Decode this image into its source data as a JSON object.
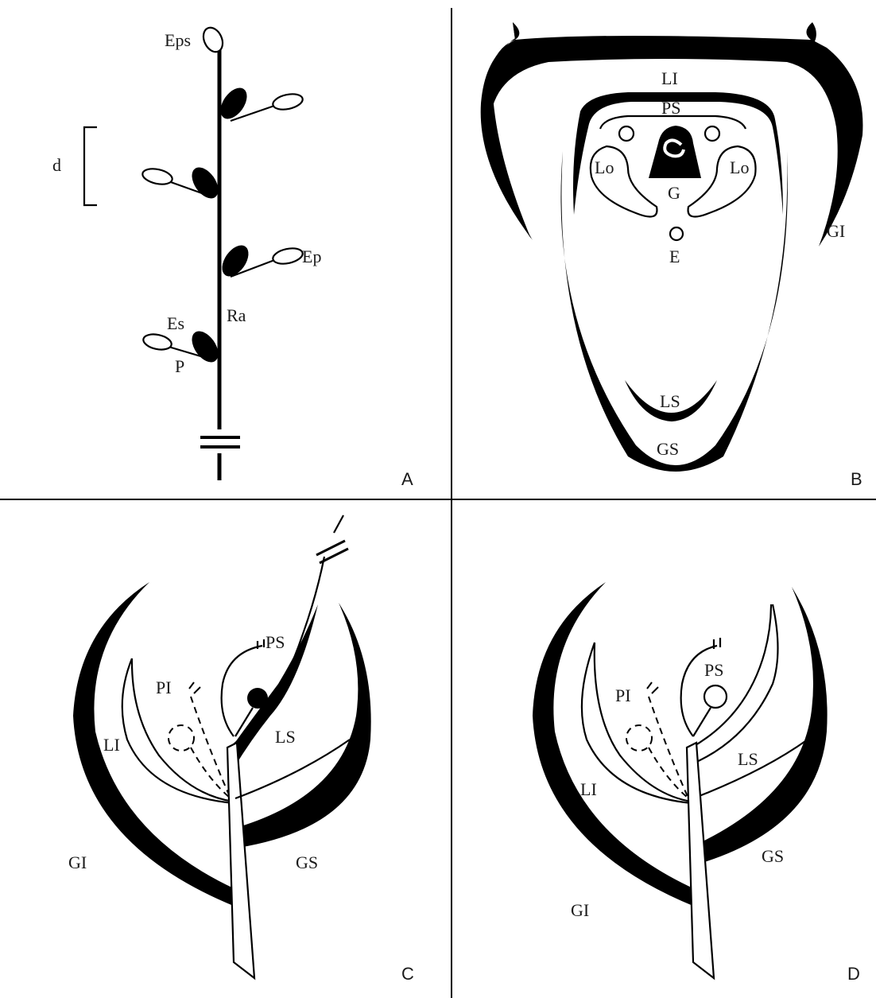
{
  "panels": {
    "A": {
      "panel_label": "A",
      "labels": {
        "eps": "Eps",
        "d": "d",
        "ep": "Ep",
        "es": "Es",
        "ra": "Ra",
        "p": "P"
      }
    },
    "B": {
      "panel_label": "B",
      "labels": {
        "li": "LI",
        "ps": "PS",
        "lo_left": "Lo",
        "lo_right": "Lo",
        "g": "G",
        "e": "E",
        "gi": "GI",
        "ls": "LS",
        "gs": "GS"
      }
    },
    "C": {
      "panel_label": "C",
      "labels": {
        "ps": "PS",
        "pi": "PI",
        "li": "LI",
        "ls": "LS",
        "gi": "GI",
        "gs": "GS"
      }
    },
    "D": {
      "panel_label": "D",
      "labels": {
        "ps": "PS",
        "pi": "PI",
        "li": "LI",
        "ls": "LS",
        "gi": "GI",
        "gs": "GS"
      }
    }
  }
}
